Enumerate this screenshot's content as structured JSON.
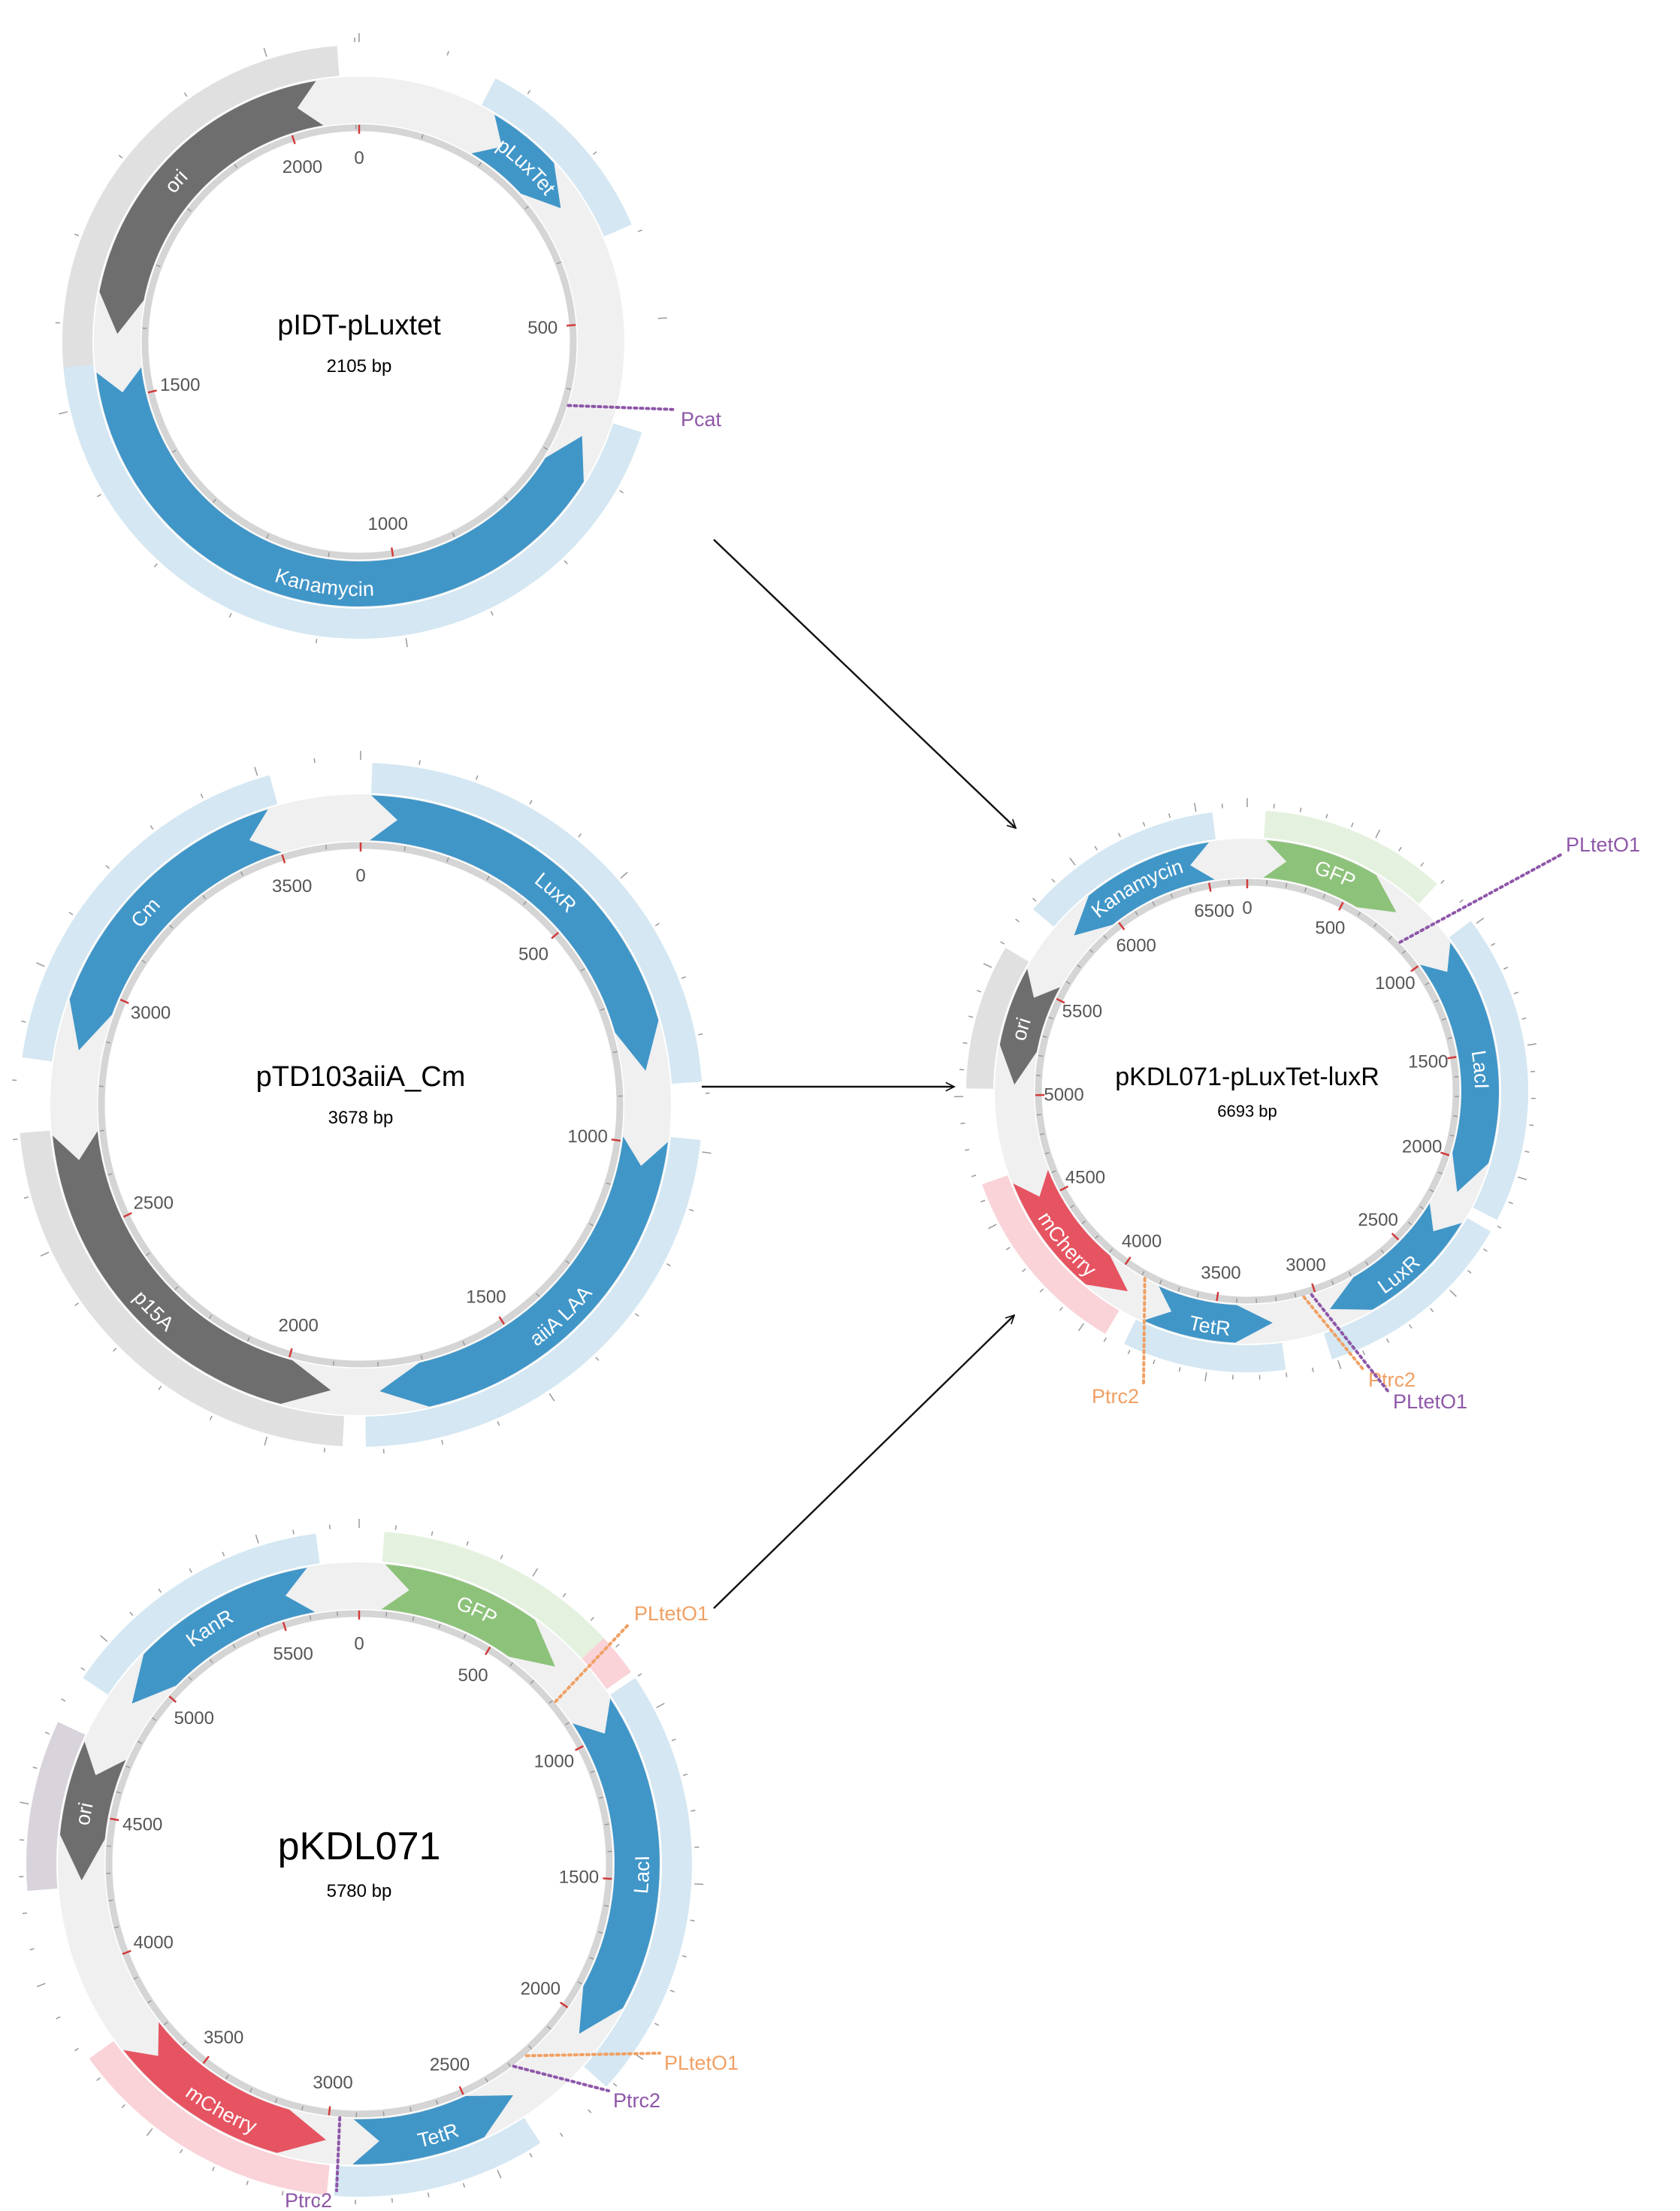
{
  "colors": {
    "feature_blue": "#4196c8",
    "band_blue": "#d4e7f2",
    "ori_gray": "#6e6e6e",
    "band_gray": "#e0e0e0",
    "gfp_green": "#8dc27a",
    "band_green": "#e4f1de",
    "mcherry_red": "#e65461",
    "band_red": "#f9d3d8",
    "promoter_purple": "#8e57a8",
    "promoter_orange": "#f0a064",
    "band_ori_purple": "#d9d3dc",
    "backbone": "#d5d5d5",
    "track": "#f0f0f0",
    "arrow": "#111111"
  },
  "plasmids": [
    {
      "id": "pidt",
      "name": "pIDT-pLuxtet",
      "size_label": "2105 bp",
      "length": 2105,
      "tick_labels": [
        "0",
        "500",
        "1000",
        "1500",
        "2000"
      ],
      "features": [
        {
          "name": "pLuxTet",
          "start": 180,
          "end": 330,
          "dir": 1,
          "color": "feature_blue"
        },
        {
          "name": "Kanamycin",
          "start": 660,
          "end": 1540,
          "dir": -1,
          "color": "feature_blue"
        },
        {
          "name": "ori",
          "start": 1590,
          "end": 2050,
          "dir": -1,
          "color": "ori_gray"
        }
      ],
      "bands": [
        {
          "start": 160,
          "end": 390,
          "color": "band_blue"
        },
        {
          "start": 630,
          "end": 1590,
          "color": "band_blue"
        },
        {
          "start": 1550,
          "end": 2080,
          "color": "band_gray"
        }
      ],
      "sites": [
        {
          "name": "Pcat",
          "pos": 625,
          "color": "promoter_purple"
        }
      ]
    },
    {
      "id": "ptd",
      "name": "pTD103aiiA_Cm",
      "size_label": "3678 bp",
      "length": 3678,
      "tick_labels": [
        "0",
        "500",
        "1000",
        "1500",
        "2000",
        "2500",
        "3000",
        "3500"
      ],
      "features": [
        {
          "name": "LuxR",
          "start": 20,
          "end": 850,
          "dir": 1,
          "color": "feature_blue"
        },
        {
          "name": "aiiA LAA",
          "start": 990,
          "end": 1800,
          "dir": 1,
          "color": "feature_blue"
        },
        {
          "name": "p15A",
          "start": 1900,
          "end": 2700,
          "dir": -1,
          "color": "ori_gray"
        },
        {
          "name": "Cm",
          "start": 2870,
          "end": 3500,
          "dir": -1,
          "color": "feature_blue"
        }
      ],
      "bands": [
        {
          "start": 20,
          "end": 880,
          "color": "band_blue"
        },
        {
          "start": 980,
          "end": 1830,
          "color": "band_blue"
        },
        {
          "start": 1870,
          "end": 2710,
          "color": "band_gray"
        },
        {
          "start": 2840,
          "end": 3520,
          "color": "band_blue"
        }
      ],
      "sites": []
    },
    {
      "id": "pkdl071",
      "name": "pKDL071",
      "size_label": "5780 bp",
      "length": 5780,
      "tick_labels": [
        "0",
        "500",
        "1000",
        "1500",
        "2000",
        "2500",
        "3000",
        "3500",
        "4000",
        "4500",
        "5000",
        "5500"
      ],
      "features": [
        {
          "name": "GFP",
          "start": 80,
          "end": 720,
          "dir": 1,
          "color": "gfp_green"
        },
        {
          "name": "LacI",
          "start": 910,
          "end": 2050,
          "dir": 1,
          "color": "feature_blue"
        },
        {
          "name": "TetR",
          "start": 2350,
          "end": 2910,
          "dir": -1,
          "color": "feature_blue"
        },
        {
          "name": "mCherry",
          "start": 3000,
          "end": 3720,
          "dir": -1,
          "color": "mcherry_red"
        },
        {
          "name": "ori",
          "start": 4280,
          "end": 4720,
          "dir": -1,
          "color": "ori_gray"
        },
        {
          "name": "KanR",
          "start": 4900,
          "end": 5620,
          "dir": -1,
          "color": "feature_blue"
        }
      ],
      "bands": [
        {
          "start": 70,
          "end": 760,
          "color": "band_green"
        },
        {
          "start": 760,
          "end": 880,
          "color": "band_red"
        },
        {
          "start": 900,
          "end": 2120,
          "color": "band_blue"
        },
        {
          "start": 2360,
          "end": 2960,
          "color": "band_blue"
        },
        {
          "start": 2980,
          "end": 3760,
          "color": "band_red"
        },
        {
          "start": 4260,
          "end": 4740,
          "color": "band_ori_purple"
        },
        {
          "start": 4880,
          "end": 5660,
          "color": "band_blue"
        }
      ],
      "sites": [
        {
          "name": "PLtetO1",
          "pos": 810,
          "color": "promoter_orange"
        },
        {
          "name": "PLtetO1",
          "pos": 2230,
          "color": "promoter_orange"
        },
        {
          "name": "Ptrc2",
          "pos": 2290,
          "color": "promoter_purple"
        },
        {
          "name": "Ptrc2",
          "pos": 2960,
          "color": "promoter_purple"
        }
      ]
    },
    {
      "id": "pkdl_result",
      "name": "pKDL071-pLuxTet-luxR",
      "size_label": "6693 bp",
      "length": 6693,
      "tick_labels": [
        "0",
        "500",
        "1000",
        "1500",
        "2000",
        "2500",
        "3000",
        "3500",
        "4000",
        "4500",
        "5000",
        "5500",
        "6000",
        "6500"
      ],
      "features": [
        {
          "name": "GFP",
          "start": 80,
          "end": 740,
          "dir": 1,
          "color": "gfp_green"
        },
        {
          "name": "LacI",
          "start": 1000,
          "end": 2150,
          "dir": 1,
          "color": "feature_blue"
        },
        {
          "name": "LuxR",
          "start": 2260,
          "end": 2960,
          "dir": 1,
          "color": "feature_blue"
        },
        {
          "name": "TetR",
          "start": 3230,
          "end": 3800,
          "dir": -1,
          "color": "feature_blue"
        },
        {
          "name": "mCherry",
          "start": 3920,
          "end": 4620,
          "dir": -1,
          "color": "mcherry_red"
        },
        {
          "name": "ori",
          "start": 5050,
          "end": 5560,
          "dir": -1,
          "color": "ori_gray"
        },
        {
          "name": "Kanamycin",
          "start": 5800,
          "end": 6530,
          "dir": -1,
          "color": "feature_blue"
        }
      ],
      "bands": [
        {
          "start": 70,
          "end": 790,
          "color": "band_green"
        },
        {
          "start": 980,
          "end": 2180,
          "color": "band_blue"
        },
        {
          "start": 2230,
          "end": 3020,
          "color": "band_blue"
        },
        {
          "start": 3200,
          "end": 3830,
          "color": "band_blue"
        },
        {
          "start": 3910,
          "end": 4660,
          "color": "band_red"
        },
        {
          "start": 5030,
          "end": 5590,
          "color": "band_gray"
        },
        {
          "start": 5770,
          "end": 6560,
          "color": "band_blue"
        }
      ],
      "sites": [
        {
          "name": "PLtetO1",
          "pos": 850,
          "color": "promoter_purple"
        },
        {
          "name": "Ptrc2",
          "pos": 3060,
          "color": "promoter_orange"
        },
        {
          "name": "PLtetO1",
          "pos": 3020,
          "color": "promoter_purple"
        },
        {
          "name": "Ptrc2",
          "pos": 3880,
          "color": "promoter_orange"
        }
      ]
    }
  ]
}
